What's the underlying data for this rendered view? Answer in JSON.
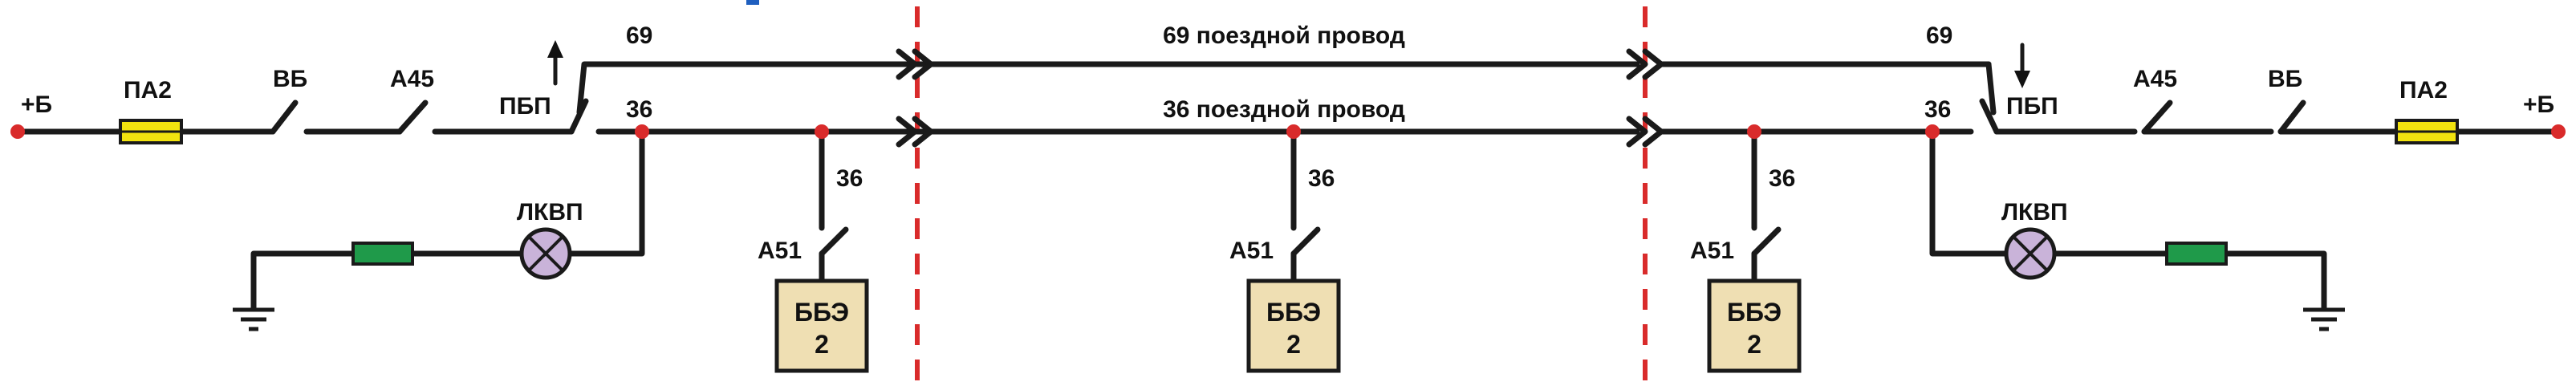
{
  "colors": {
    "wire": "#1a1a1a",
    "node": "#d92b2b",
    "separator": "#d92b2b",
    "fuse": "#f2e30f",
    "resistor": "#1f9a4a",
    "lamp": "#c9b3d9",
    "unit_box": "#efdfb3"
  },
  "left": {
    "plus": "+Б",
    "fuse": "ПА2",
    "switch_vb": "ВБ",
    "switch_a45": "А45",
    "pbp": "ПБП",
    "wire69": "69",
    "wire36": "36",
    "wire36_drop": "36",
    "lamp": "ЛКВП",
    "a51": "А51",
    "unit_line1": "ББЭ",
    "unit_line2": "2"
  },
  "middle": {
    "train_wire_69": "69 поездной провод",
    "train_wire_36": "36 поездной провод",
    "wire36_drop": "36",
    "a51": "А51",
    "unit_line1": "ББЭ",
    "unit_line2": "2"
  },
  "right": {
    "plus": "+Б",
    "fuse": "ПА2",
    "switch_vb": "ВБ",
    "switch_a45": "А45",
    "pbp": "ПБП",
    "wire69": "69",
    "wire36": "36",
    "wire36_drop": "36",
    "lamp": "ЛКВП",
    "a51": "А51",
    "unit_line1": "ББЭ",
    "unit_line2": "2"
  }
}
